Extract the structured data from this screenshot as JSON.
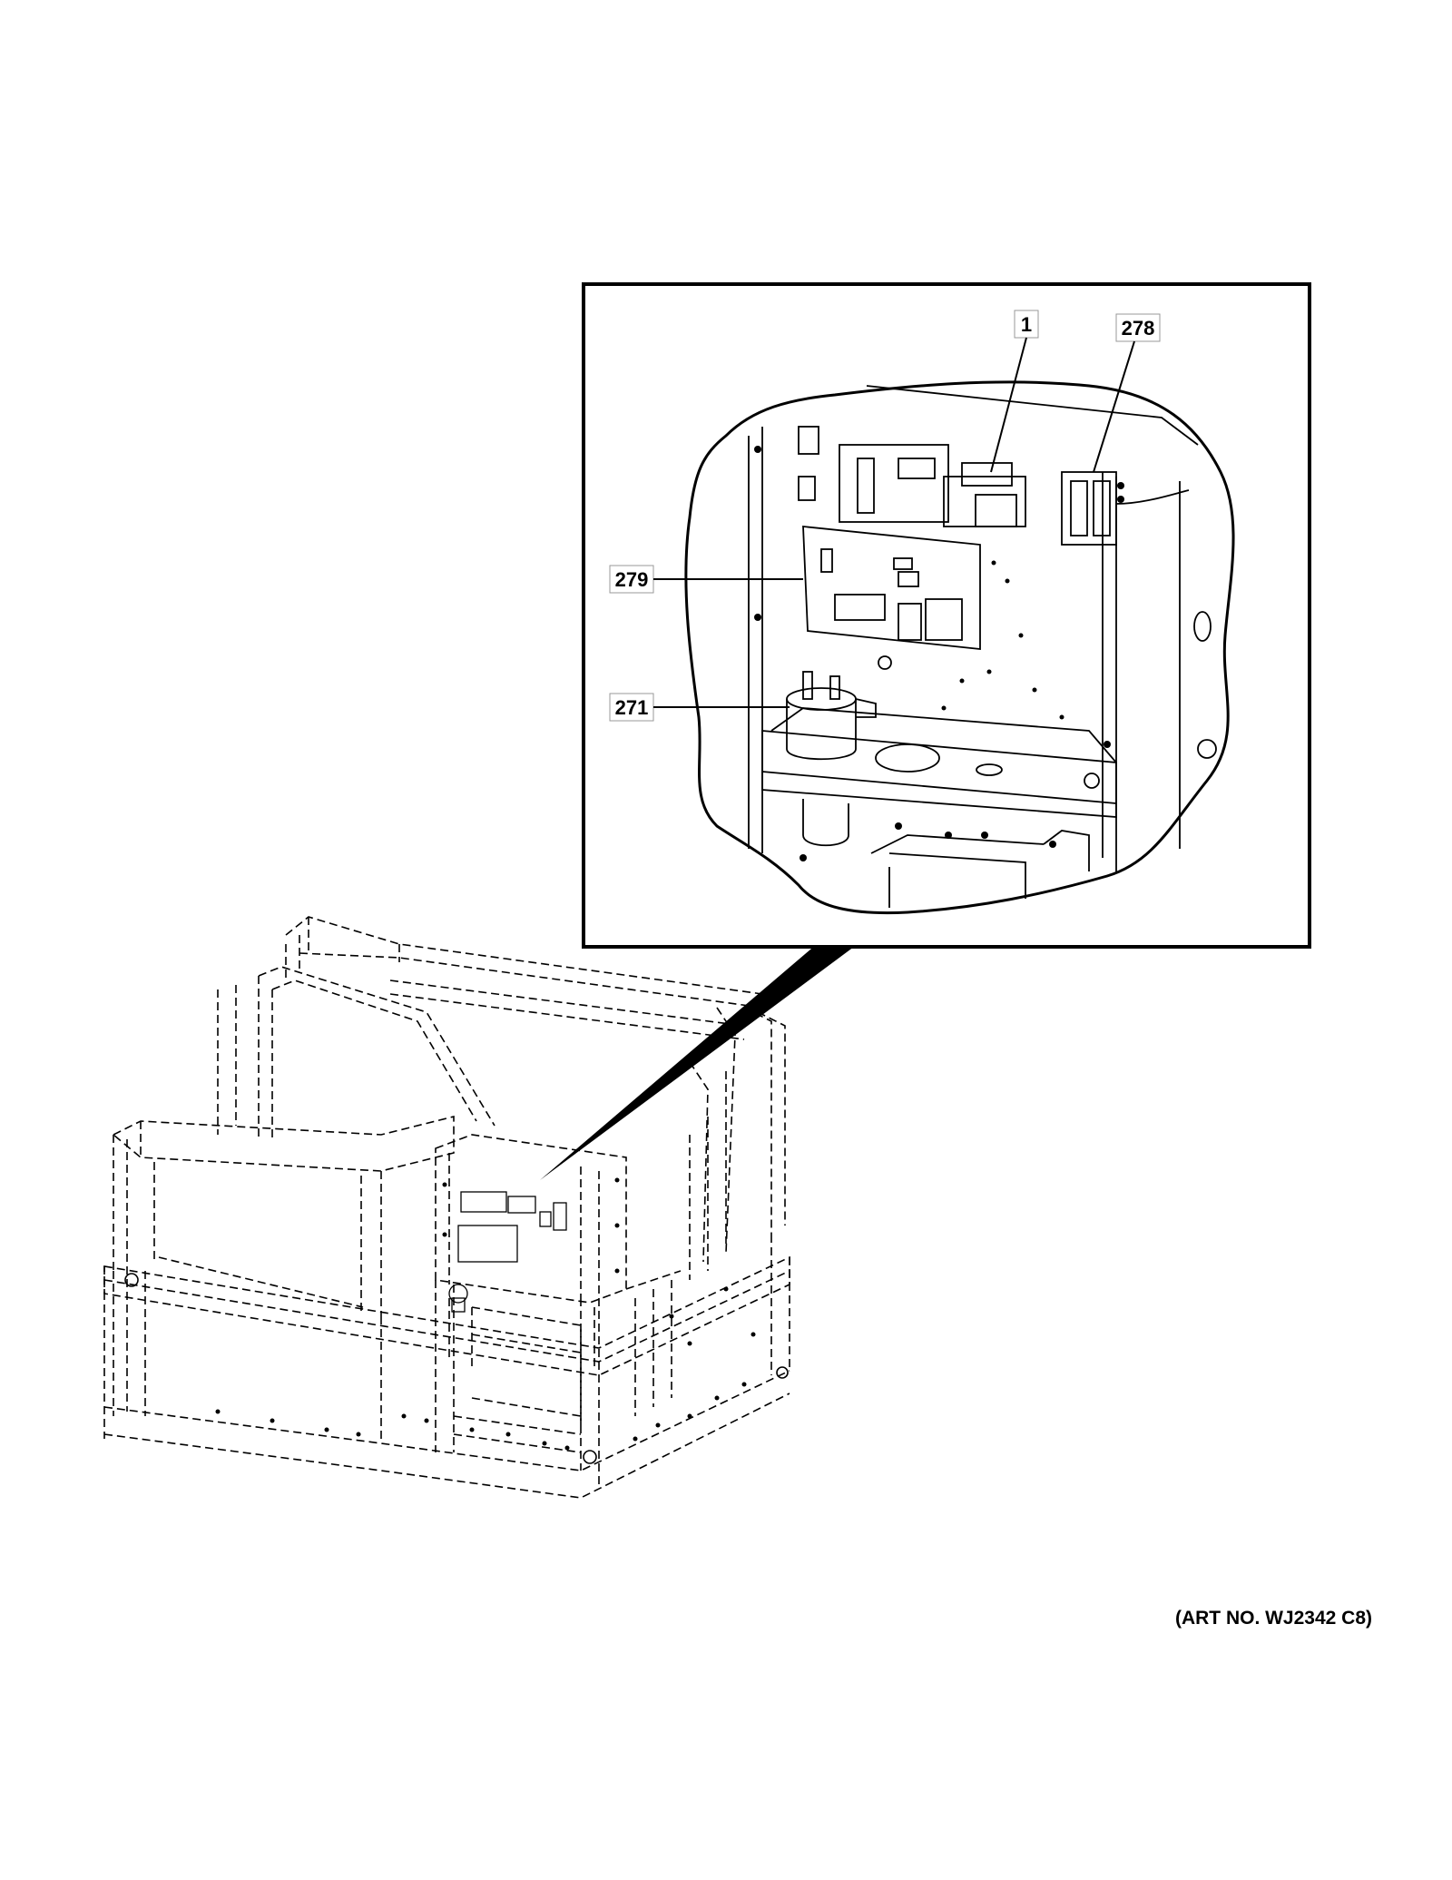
{
  "callouts": {
    "c1": "1",
    "c278": "278",
    "c279": "279",
    "c271": "271"
  },
  "art_number": "(ART NO. WJ2342 C8)"
}
